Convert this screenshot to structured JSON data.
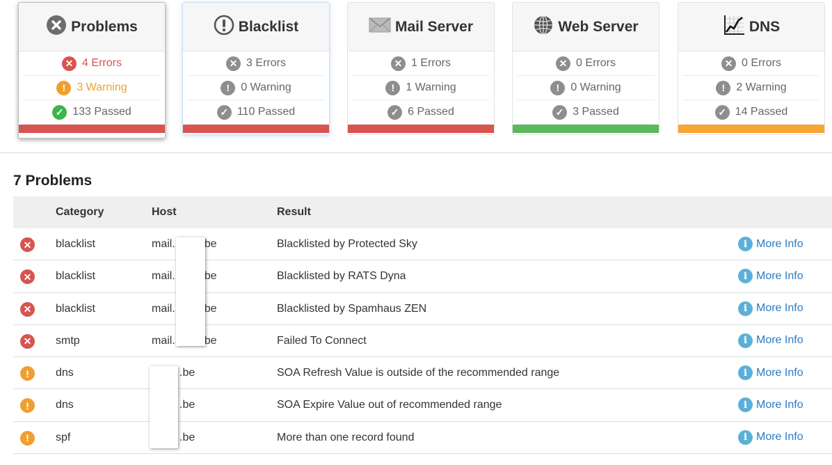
{
  "cards": [
    {
      "title": "Problems",
      "icon": "x-circle-icon",
      "bar_color": "#d9534f",
      "errors": "4 Errors",
      "warnings": "3 Warning",
      "passed": "133 Passed"
    },
    {
      "title": "Blacklist",
      "icon": "exclamation-circle-icon",
      "bar_color": "#d9534f",
      "errors": "3 Errors",
      "warnings": "0 Warning",
      "passed": "110 Passed"
    },
    {
      "title": "Mail Server",
      "icon": "envelope-icon",
      "bar_color": "#d9534f",
      "errors": "1 Errors",
      "warnings": "1 Warning",
      "passed": "6 Passed"
    },
    {
      "title": "Web Server",
      "icon": "globe-icon",
      "bar_color": "#5cb85c",
      "errors": "0 Errors",
      "warnings": "0 Warning",
      "passed": "3 Passed"
    },
    {
      "title": "DNS",
      "icon": "chart-icon",
      "bar_color": "#f9a533",
      "errors": "0 Errors",
      "warnings": "2 Warning",
      "passed": "14 Passed"
    }
  ],
  "problems": {
    "title": "7 Problems",
    "headers": {
      "category": "Category",
      "host": "Host",
      "result": "Result"
    },
    "more_info_label": "More Info",
    "rows": [
      {
        "status": "error",
        "category": "blacklist",
        "host_prefix": "mail.",
        "host_suffix": "be",
        "result": "Blacklisted by Protected Sky"
      },
      {
        "status": "error",
        "category": "blacklist",
        "host_prefix": "mail.",
        "host_suffix": "be",
        "result": "Blacklisted by RATS Dyna"
      },
      {
        "status": "error",
        "category": "blacklist",
        "host_prefix": "mail.",
        "host_suffix": "be",
        "result": "Blacklisted by Spamhaus ZEN"
      },
      {
        "status": "error",
        "category": "smtp",
        "host_prefix": "mail.",
        "host_suffix": "be",
        "result": "Failed To Connect"
      },
      {
        "status": "warning",
        "category": "dns",
        "host_prefix": "",
        "host_suffix": ".be",
        "result": "SOA Refresh Value is outside of the recommended range"
      },
      {
        "status": "warning",
        "category": "dns",
        "host_prefix": "",
        "host_suffix": ".be",
        "result": "SOA Expire Value out of recommended range"
      },
      {
        "status": "warning",
        "category": "spf",
        "host_prefix": "",
        "host_suffix": ".be",
        "result": "More than one record found"
      }
    ]
  },
  "colors": {
    "error": "#d9534f",
    "warning": "#f0a030",
    "passed": "#3cb54a",
    "link": "#2a7ac0"
  }
}
